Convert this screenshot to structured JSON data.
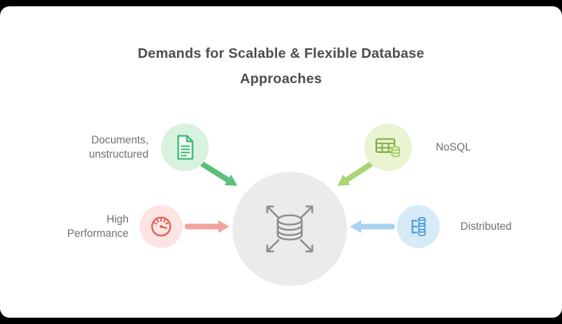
{
  "title": {
    "line1": "Demands for Scalable & Flexible Database",
    "line2": "Approaches"
  },
  "colors": {
    "title_text": "#4c4c4c",
    "label_text": "#6f6f6f",
    "center_circle_bg": "#ebebeb",
    "center_icon": "#8d8d8d"
  },
  "center": {
    "icon": "scale-out-database-icon"
  },
  "nodes": {
    "documents": {
      "label": "Documents,\nunstructured",
      "icon": "document-icon",
      "icon_color": "#34b571",
      "circle_color": "#d9f1df",
      "arrow_color": "#5cbf7a"
    },
    "nosql": {
      "label": "NoSQL",
      "icon": "table-with-database-icon",
      "icon_color": "#84ad43",
      "circle_color": "#e9f5d2",
      "arrow_color": "#a9d572"
    },
    "performance": {
      "label": "High\nPerformance",
      "icon": "speedometer-icon",
      "icon_color": "#e05a52",
      "circle_color": "#fce4e2",
      "arrow_color": "#f2a29b"
    },
    "distributed": {
      "label": "Distributed",
      "icon": "sharded-databases-icon",
      "icon_color": "#459bd6",
      "circle_color": "#d7eaf8",
      "arrow_color": "#a6d2ef"
    }
  }
}
